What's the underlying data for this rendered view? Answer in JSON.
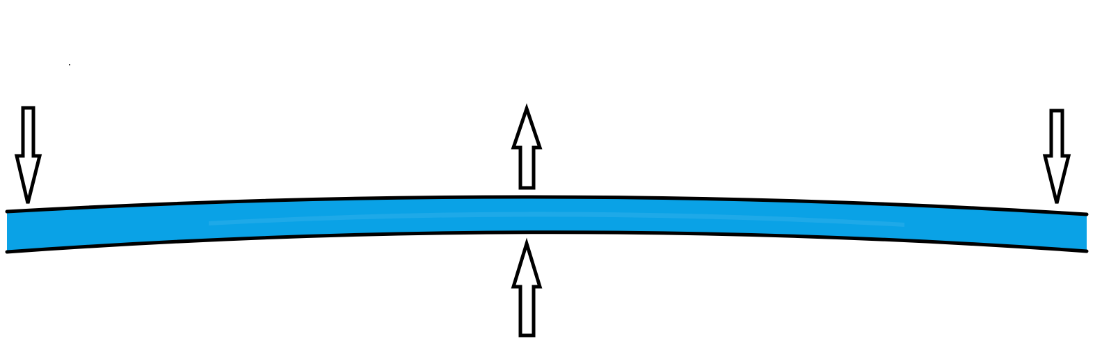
{
  "colors": {
    "background": "#ffffff",
    "beam_fill": "#0aa2e6",
    "beam_highlight": "#5cc0f0",
    "outline": "#000000",
    "arrow_fill": "#ffffff"
  },
  "elements": {
    "beam": "curved-beam-under-bending",
    "arrows": [
      {
        "name": "left-support-arrow-down-icon",
        "direction": "down"
      },
      {
        "name": "center-force-arrow-up-icon",
        "direction": "up"
      },
      {
        "name": "center-force-arrow-up-below-icon",
        "direction": "up"
      },
      {
        "name": "right-support-arrow-down-icon",
        "direction": "down"
      }
    ]
  }
}
